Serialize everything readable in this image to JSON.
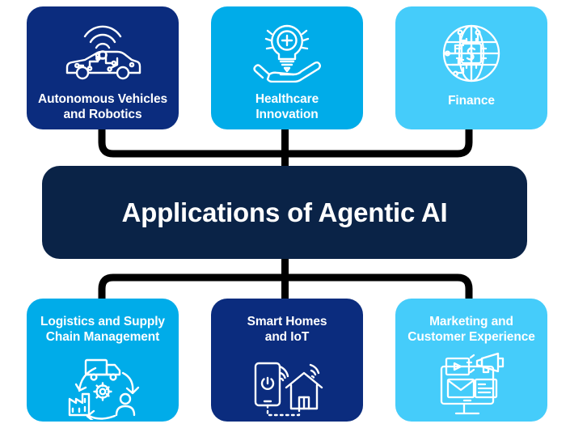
{
  "diagram": {
    "title": "Applications of Agentic AI",
    "center": {
      "label": "Applications of Agentic AI",
      "color": "#0a2347",
      "text_color": "#ffffff"
    },
    "colors": {
      "navy_dark": "#0a2347",
      "navy": "#0b2c7e",
      "blue": "#00ace9",
      "sky": "#45ccfa",
      "connector": "#000000",
      "background": "#ffffff",
      "text_on_card": "#ffffff"
    },
    "top_row": [
      {
        "label": "Autonomous Vehicles\nand Robotics",
        "color": "#0b2c7e",
        "icon": "autonomous-car-wifi-icon"
      },
      {
        "label": "Healthcare\nInnovation",
        "color": "#00ace9",
        "icon": "hand-lightbulb-medical-cross-icon"
      },
      {
        "label": "Finance",
        "color": "#45ccfa",
        "icon": "globe-chip-dollar-icon"
      }
    ],
    "bottom_row": [
      {
        "label": "Logistics and Supply\nChain Management",
        "color": "#00ace9",
        "icon": "supply-chain-cycle-icon"
      },
      {
        "label": "Smart Homes\nand IoT",
        "color": "#0b2c7e",
        "icon": "smartphone-house-wifi-icon"
      },
      {
        "label": "Marketing and\nCustomer Experience",
        "color": "#45ccfa",
        "icon": "monitor-megaphone-email-icon"
      }
    ]
  }
}
